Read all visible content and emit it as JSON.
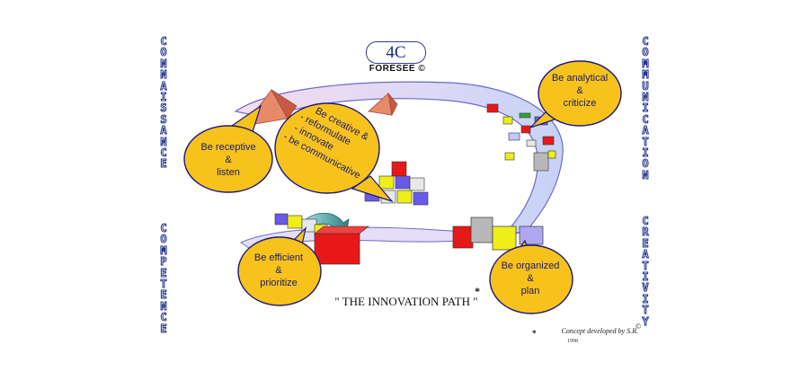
{
  "brand": {
    "logo": "4C",
    "name": "FORESEE ©"
  },
  "sides": {
    "left_top": "CONNAISSANCE",
    "left_bottom": "COMPETENCE",
    "right_top": "COMMUNICATION",
    "right_bottom": "CREATIVITY"
  },
  "bubbles": {
    "receptive": [
      "Be receptive",
      "&",
      "listen"
    ],
    "creative": [
      "Be creative &",
      "- reformulate",
      "- innovate",
      "- be communicative"
    ],
    "analytical": [
      "Be analytical",
      "&",
      "criticize"
    ],
    "efficient": [
      "Be efficient",
      "&",
      "prioritize"
    ],
    "organized": [
      "Be organized",
      "&",
      "plan"
    ]
  },
  "path_title": "\" THE INNOVATION PATH \"",
  "asterisk": "*",
  "concept": "Concept developed by S.R.",
  "copyright_mark": "©",
  "year": "1998",
  "colors": {
    "bubble_fill": "#f7c21c",
    "bubble_stroke": "#1a1a7a",
    "path_fill_start": "#f4d8ee",
    "path_fill_end": "#c8d4f8",
    "pyramid": "#e07a5c",
    "cube_red": "#e81818",
    "cube_yellow": "#f0ee18",
    "cube_blue": "#6a5ae8",
    "cube_grey": "#b8b8b8",
    "arrow": "#2a8a8a"
  }
}
